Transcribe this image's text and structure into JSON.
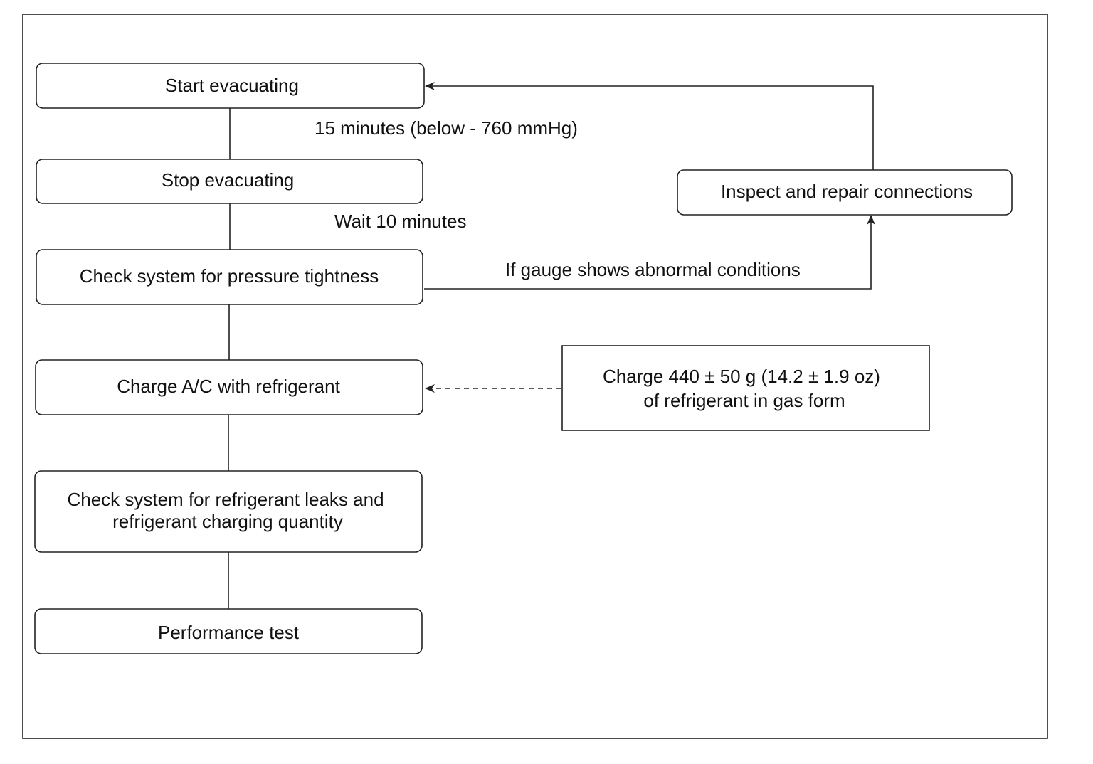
{
  "nodes": {
    "start_evacuating": "Start evacuating",
    "stop_evacuating": "Stop evacuating",
    "check_pressure": "Check system for pressure tightness",
    "charge_ac": "Charge A/C with refrigerant",
    "check_leaks_line1": "Check system for refrigerant leaks and",
    "check_leaks_line2": "refrigerant charging quantity",
    "performance_test": "Performance test",
    "inspect_repair": "Inspect and repair connections",
    "charge_amount_line1": "Charge 440 ±  50 g (14.2 ± 1.9 oz)",
    "charge_amount_line2": "of refrigerant in gas form"
  },
  "edge_labels": {
    "evacuate_duration": "15 minutes (below - 760 mmHg)",
    "wait": "Wait 10 minutes",
    "abnormal": "If gauge shows abnormal conditions"
  },
  "colors": {
    "stroke": "#222222",
    "background": "#ffffff"
  }
}
